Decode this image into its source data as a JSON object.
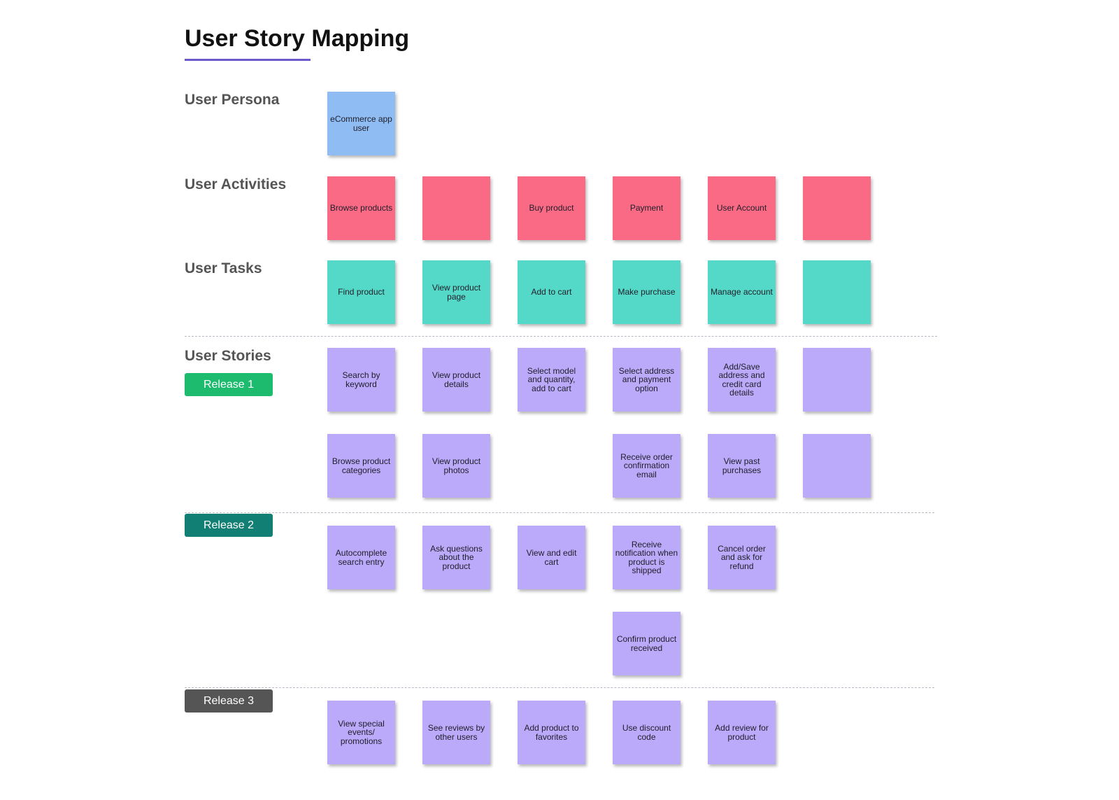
{
  "title": "User Story Mapping",
  "colors": {
    "persona": "#8fbcf2",
    "activity": "#fb6a85",
    "task": "#54d9c8",
    "story": "#bbaaf9",
    "accent": "#6a5acd",
    "release1": "#1dbb6e",
    "release2": "#127f75",
    "release3": "#555555"
  },
  "labels": {
    "persona": "User Persona",
    "activities": "User Activities",
    "tasks": "User Tasks",
    "stories": "User Stories"
  },
  "releases": [
    "Release 1",
    "Release 2",
    "Release 3"
  ],
  "persona": [
    "eCommerce app user"
  ],
  "activities": [
    "Browse products",
    "",
    "Buy product",
    "Payment",
    "User Account",
    ""
  ],
  "tasks": [
    "Find product",
    "View product page",
    "Add to cart",
    "Make purchase",
    "Manage account",
    ""
  ],
  "release1_row1": [
    "Search by keyword",
    "View product details",
    "Select model and quantity, add to cart",
    "Select address and payment option",
    "Add/Save address and credit card details",
    ""
  ],
  "release1_row2": [
    "Browse product categories",
    "View product photos",
    null,
    "Receive order confirmation email",
    "View past purchases",
    ""
  ],
  "release2_row1": [
    "Autocomplete search entry",
    "Ask questions about the product",
    "View and edit cart",
    "Receive notification when product is shipped",
    "Cancel order and ask for refund",
    null
  ],
  "release2_row2": [
    null,
    null,
    null,
    "Confirm product received",
    null,
    null
  ],
  "release3_row1": [
    "View special events/ promotions",
    "See reviews by other users",
    "Add product to favorites",
    "Use discount code",
    "Add review for product",
    null
  ]
}
